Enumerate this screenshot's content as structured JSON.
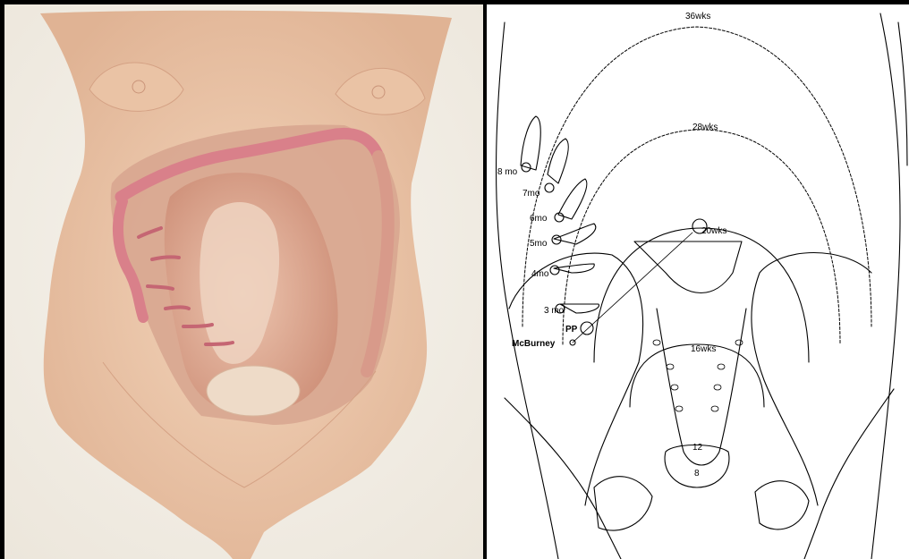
{
  "panels": {
    "left": {
      "kind": "illustration",
      "colors": {
        "skin": "#f0cdb0",
        "skin_shadow": "#d9a98c",
        "background": "#f4f1ea",
        "bowel": "#d9808a",
        "uterus": "#d9a48e",
        "bladder": "#eed9c5"
      }
    },
    "right": {
      "kind": "line-diagram",
      "uterine_levels": {
        "w36": "36wks",
        "w28": "28wks",
        "w20": "20wks",
        "w16": "16wks",
        "w12": "12",
        "w8": "8"
      },
      "appendix_positions": {
        "m8": "8 mo",
        "m7": "7mo",
        "m6": "6mo",
        "m5": "5mo",
        "m4": "4mo",
        "m3": "3 mo"
      },
      "landmarks": {
        "pp": "PP",
        "mcburney": "McBurney"
      }
    }
  }
}
